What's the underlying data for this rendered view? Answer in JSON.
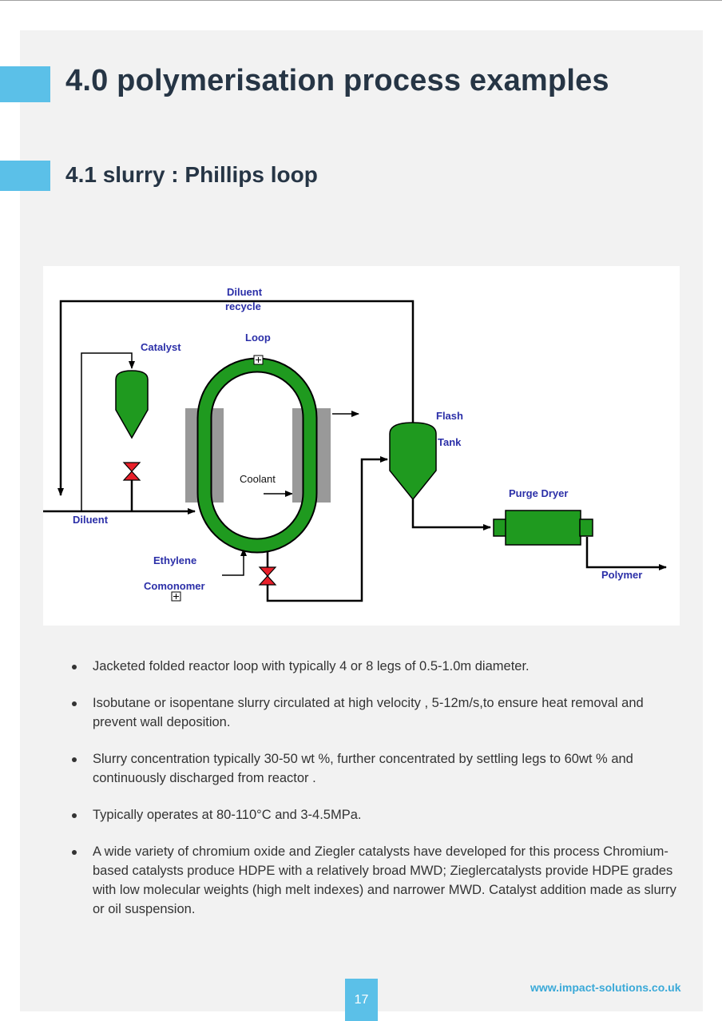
{
  "heading": "4.0 polymerisation process examples",
  "subheading": "4.1 slurry : Phillips loop",
  "diagram": {
    "diluent_recycle_1": "Diluent",
    "diluent_recycle_2": "recycle",
    "loop": "Loop",
    "catalyst": "Catalyst",
    "flash_1": "Flash",
    "flash_2": "Tank",
    "coolant": "Coolant",
    "purge_dryer": "Purge Dryer",
    "diluent": "Diluent",
    "ethylene": "Ethylene",
    "comonomer": "Comonomer",
    "polymer": "Polymer"
  },
  "bullets": [
    "Jacketed folded reactor loop with typically 4 or 8 legs of 0.5-1.0m diameter.",
    "Isobutane or isopentane slurry circulated at high velocity , 5-12m/s,to ensure heat removal and prevent wall deposition.",
    "Slurry concentration typically 30-50 wt %, further concentrated by settling legs to 60wt %  and continuously discharged from reactor .",
    "Typically operates at 80-110°C and 3-4.5MPa.",
    "A wide variety of chromium oxide and Ziegler catalysts have developed for this process Chromium-based catalysts produce HDPE with a relatively broad MWD; Zieglercatalysts provide HDPE grades with low molecular weights (high melt indexes) and narrower MWD. Catalyst addition made as slurry or oil suspension."
  ],
  "footer": {
    "page_number": "17",
    "website": "www.impact-solutions.co.uk"
  },
  "colors": {
    "accent": "#5bc0e8",
    "heading": "#263545",
    "vessel_green": "#1f9a1f",
    "valve_red": "#e8202a",
    "label_blue": "#2b2fa8"
  }
}
